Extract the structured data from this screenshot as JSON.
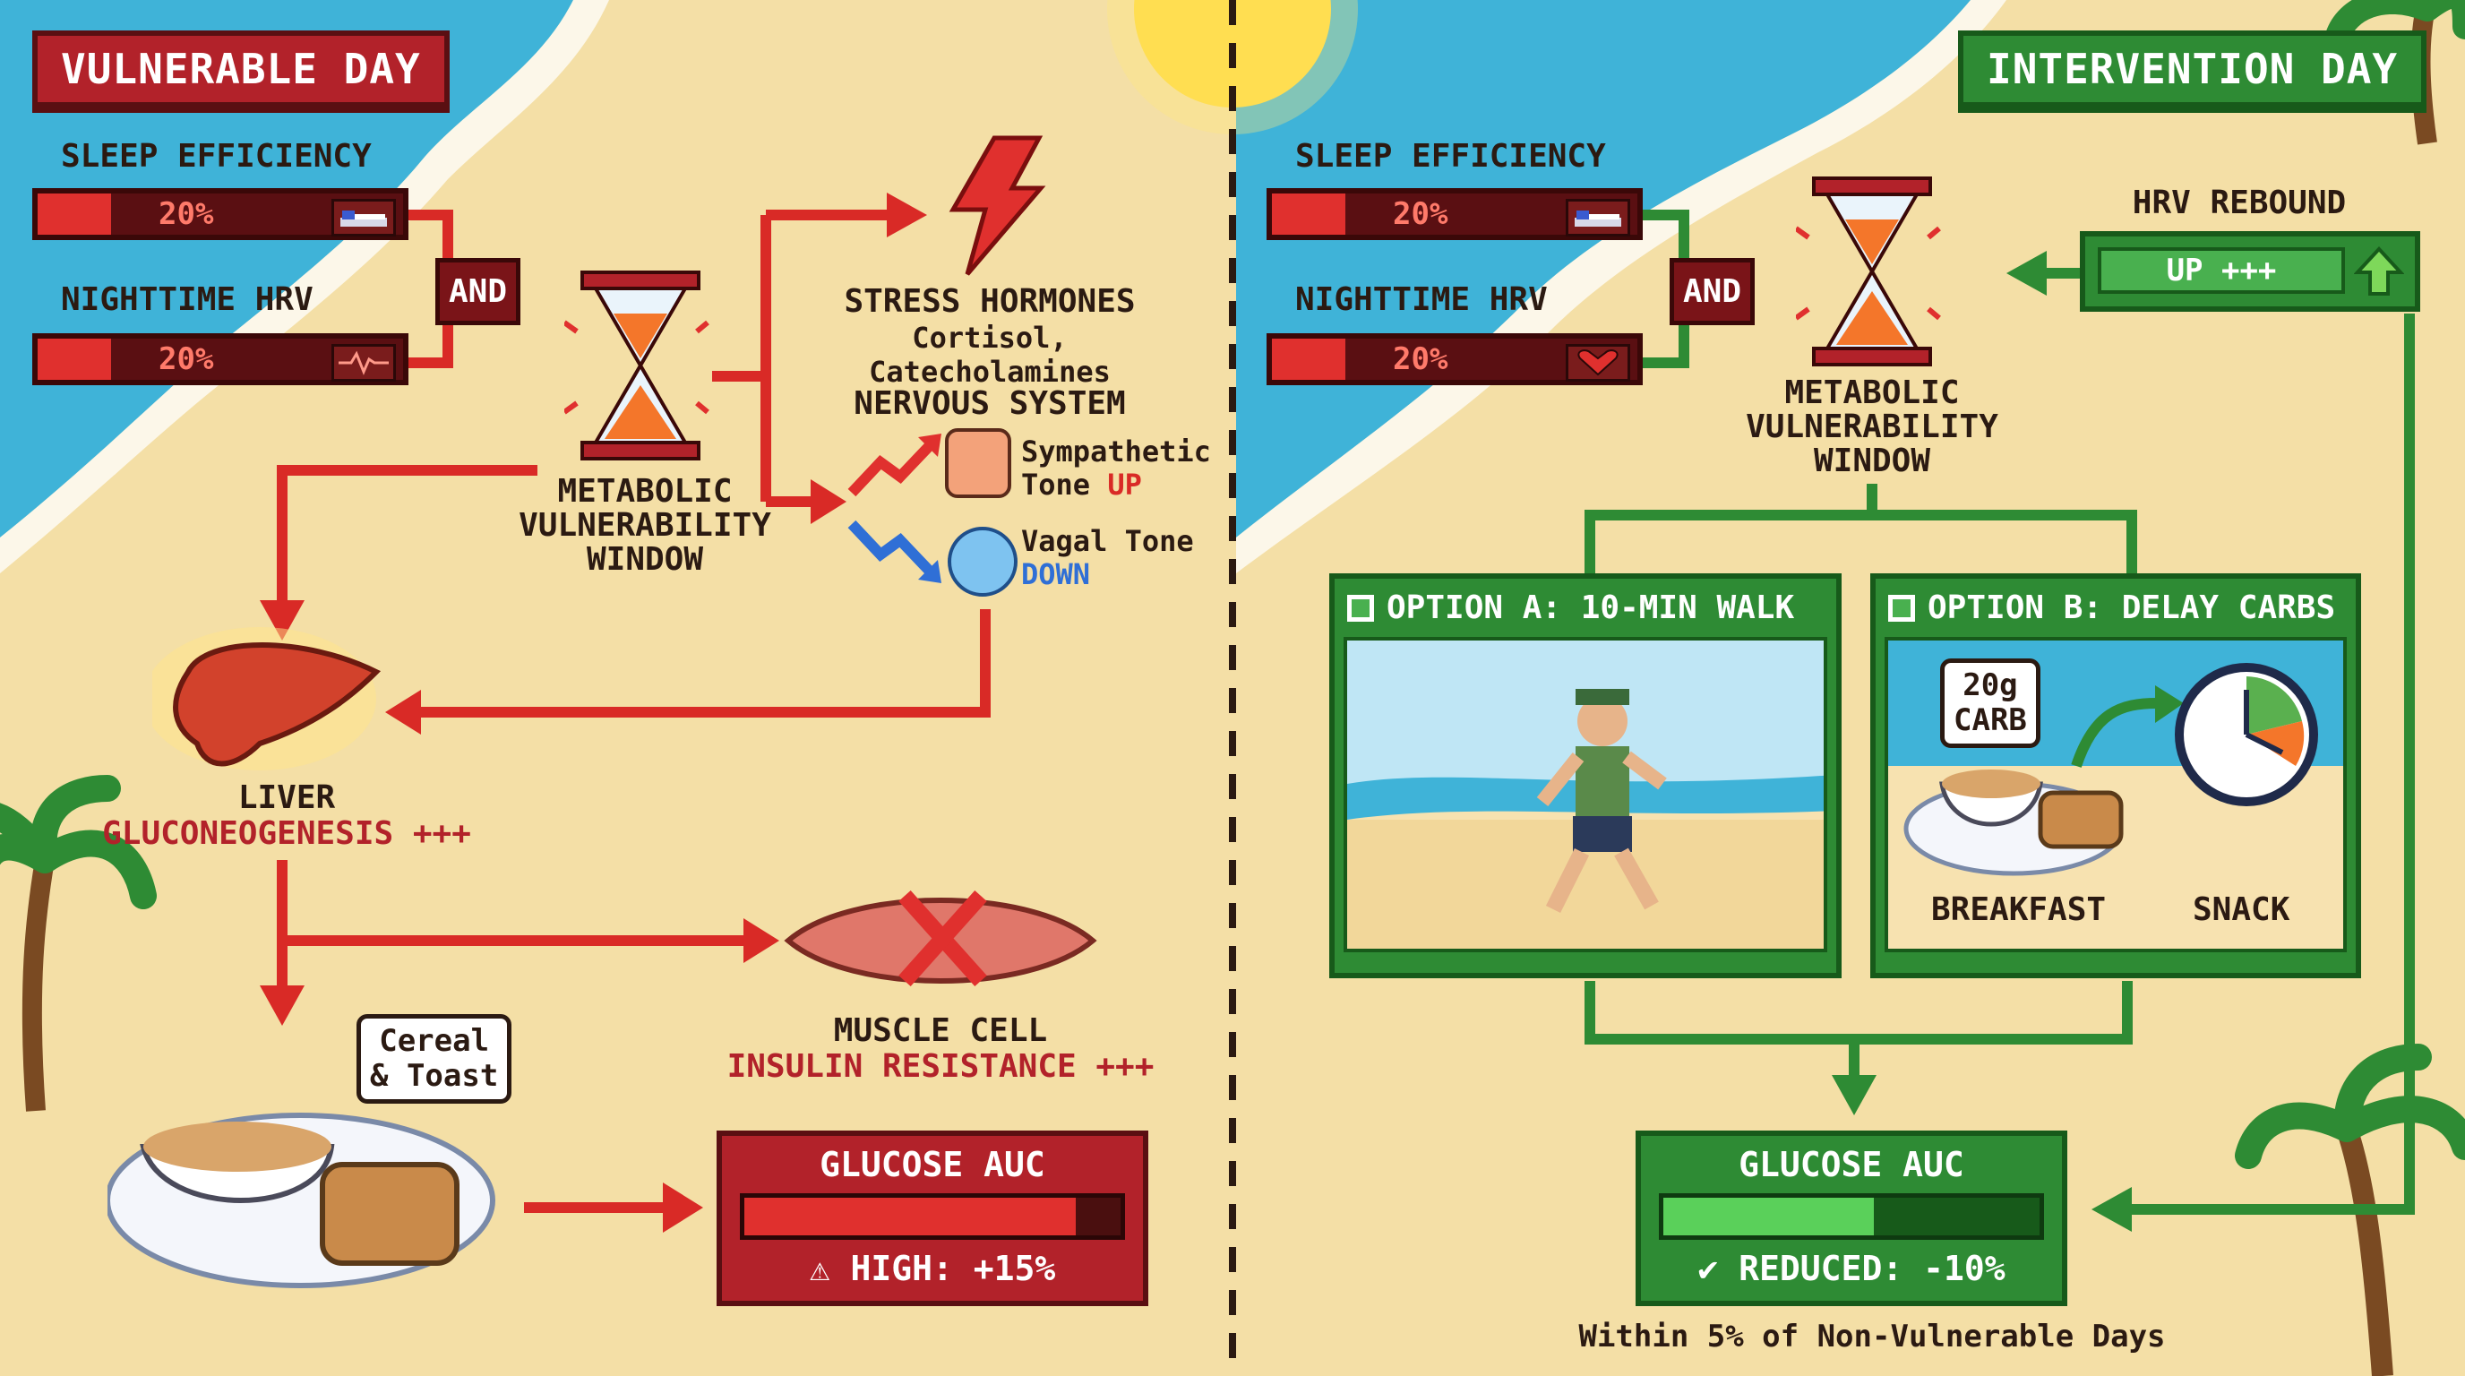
{
  "left": {
    "title": "VULNERABLE DAY",
    "sleep_label": "SLEEP EFFICIENCY",
    "sleep_value": "20%",
    "hrv_label": "NIGHTTIME HRV",
    "hrv_value": "20%",
    "and_label": "AND",
    "window_label": "METABOLIC VULNERABILITY WINDOW",
    "stress_title": "STRESS HORMONES",
    "stress_sub": "Cortisol, Catecholamines",
    "nervous_title": "NERVOUS SYSTEM",
    "symp_line1": "Sympathetic",
    "symp_line2_a": "Tone ",
    "symp_line2_b": "UP",
    "vagal_line1": "Vagal Tone",
    "vagal_line2": "DOWN",
    "liver_title": "LIVER",
    "liver_sub": "GLUCONEOGENESIS +++",
    "muscle_title": "MUSCLE CELL",
    "muscle_sub": "INSULIN RESISTANCE +++",
    "meal_bubble_1": "Cereal",
    "meal_bubble_2": "& Toast",
    "auc_title": "GLUCOSE AUC",
    "auc_note": "HIGH: +15%",
    "auc_level": 0.88
  },
  "right": {
    "title": "INTERVENTION DAY",
    "sleep_label": "SLEEP EFFICIENCY",
    "sleep_value": "20%",
    "hrv_label": "NIGHTTIME HRV",
    "hrv_value": "20%",
    "and_label": "AND",
    "window_label": "METABOLIC VULNERABILITY WINDOW",
    "hrv_rebound_label": "HRV REBOUND",
    "hrv_rebound_value": "UP +++",
    "option_a": "OPTION A: 10-MIN WALK",
    "option_b": "OPTION B: DELAY CARBS",
    "carb_bubble_1": "20g",
    "carb_bubble_2": "CARB",
    "breakfast_label": "BREAKFAST",
    "snack_label": "SNACK",
    "auc_title": "GLUCOSE AUC",
    "auc_note": "REDUCED: -10%",
    "auc_level": 0.56,
    "footnote": "Within 5% of Non-Vulnerable Days"
  },
  "colors": {
    "red_accent": "#e0302e",
    "green_accent": "#2e8b34",
    "sand": "#f4dfa6",
    "sea": "#3fb3d8"
  },
  "icons": [
    "bed-icon",
    "heartbeat-icon",
    "heart-icon",
    "hourglass-icon",
    "lightning-icon",
    "fist-icon",
    "calm-face-icon",
    "liver-icon",
    "muscle-icon",
    "x-icon",
    "bowl-icon",
    "toast-icon",
    "warning-icon",
    "check-icon",
    "clock-icon",
    "runner-icon",
    "sun-icon",
    "palm-tree-icon",
    "up-arrow-icon"
  ]
}
